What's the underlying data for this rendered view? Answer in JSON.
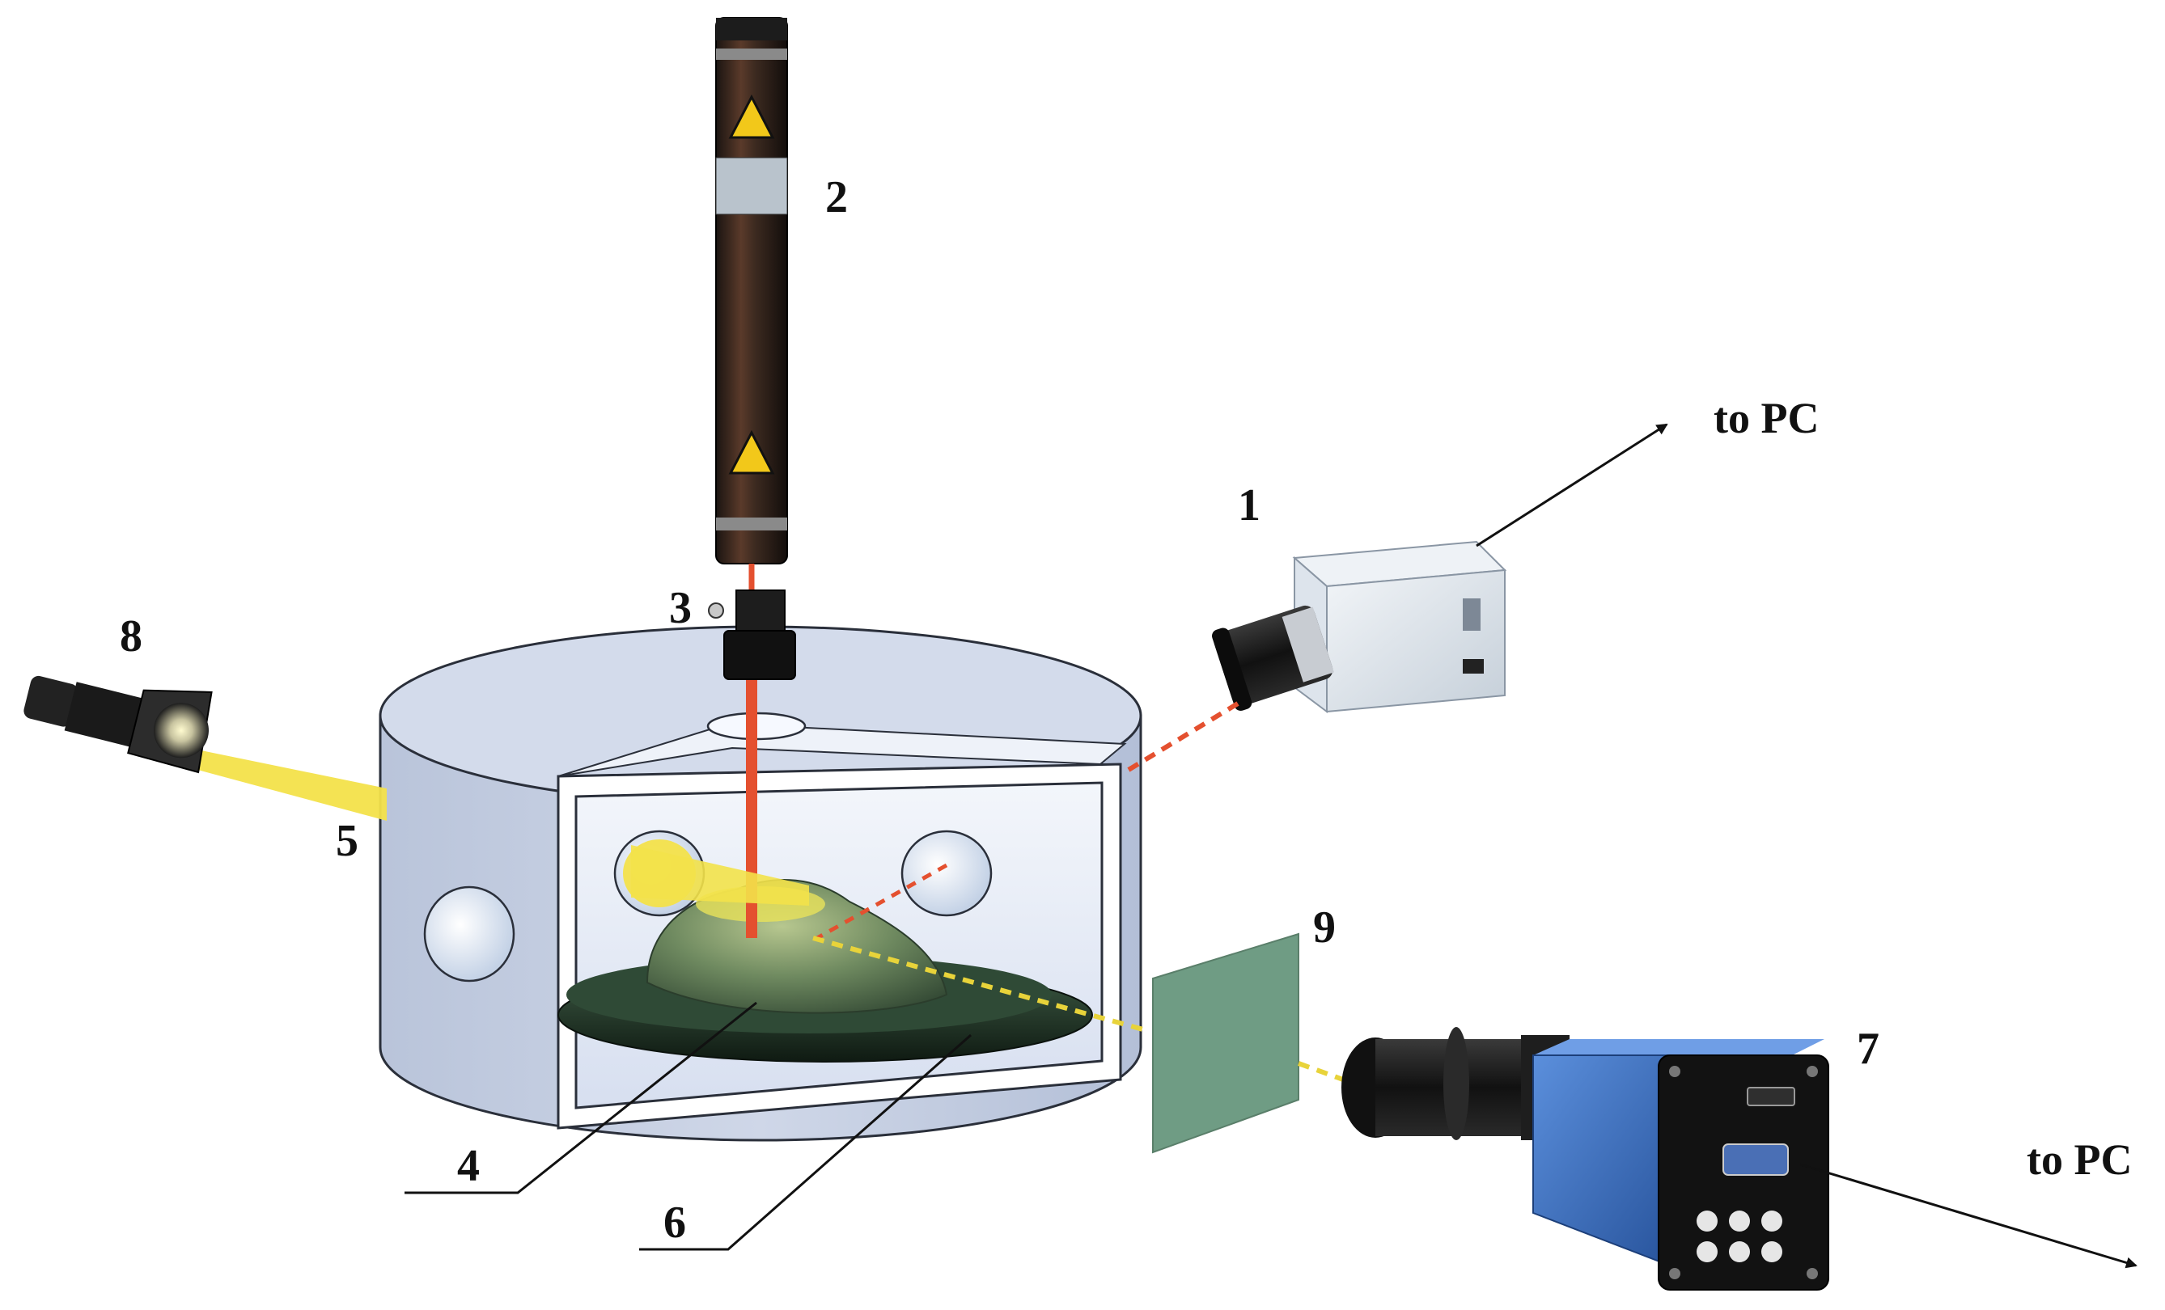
{
  "labels": {
    "n1": "1",
    "n2": "2",
    "n3": "3",
    "n4": "4",
    "n5": "5",
    "n6": "6",
    "n7": "7",
    "n8": "8",
    "n9": "9",
    "to_pc_top": "to PC",
    "to_pc_bottom": "to PC"
  },
  "colors": {
    "chamber_fill": "#c9d3e6",
    "chamber_stroke": "#2a2f3a",
    "laser_beam": "#e4502f",
    "light_beam": "#f3e24a",
    "filter_plate": "#6f9c84",
    "camera7_body": "#3a6fc0",
    "camera1_body": "#dfe6ee",
    "sample": "#6e8a5e"
  }
}
